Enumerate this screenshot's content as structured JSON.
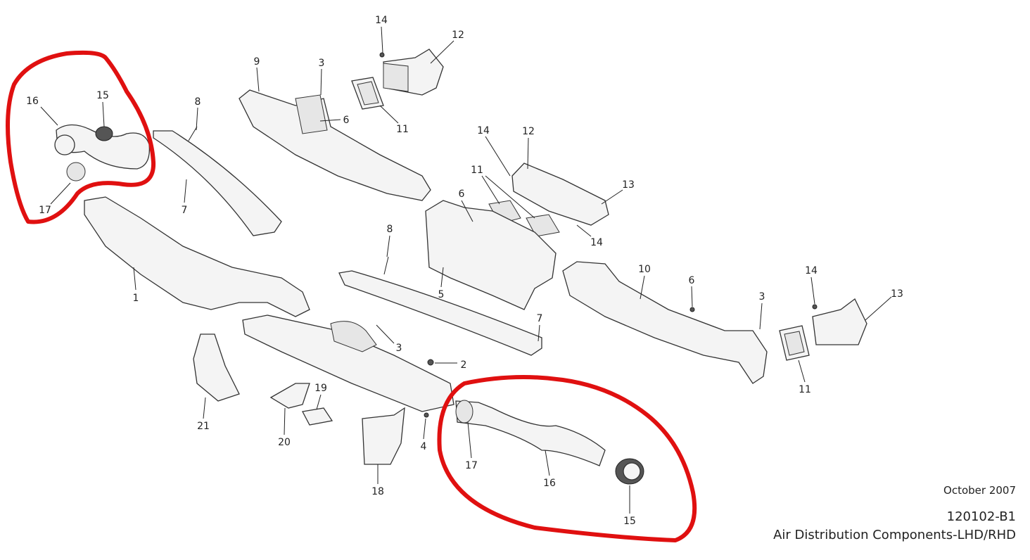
{
  "diagram": {
    "callouts": [
      "14",
      "12",
      "9",
      "3",
      "16",
      "15",
      "8",
      "6",
      "11",
      "14",
      "12",
      "11",
      "13",
      "7",
      "17",
      "6",
      "8",
      "14",
      "10",
      "6",
      "14",
      "13",
      "3",
      "1",
      "5",
      "7",
      "3",
      "2",
      "11",
      "21",
      "19",
      "20",
      "4",
      "17",
      "16",
      "18",
      "15"
    ],
    "highlight_color": "#e01010"
  },
  "footer": {
    "date": "October 2007",
    "code": "120102-B1",
    "title": "Air Distribution Components-LHD/RHD"
  }
}
